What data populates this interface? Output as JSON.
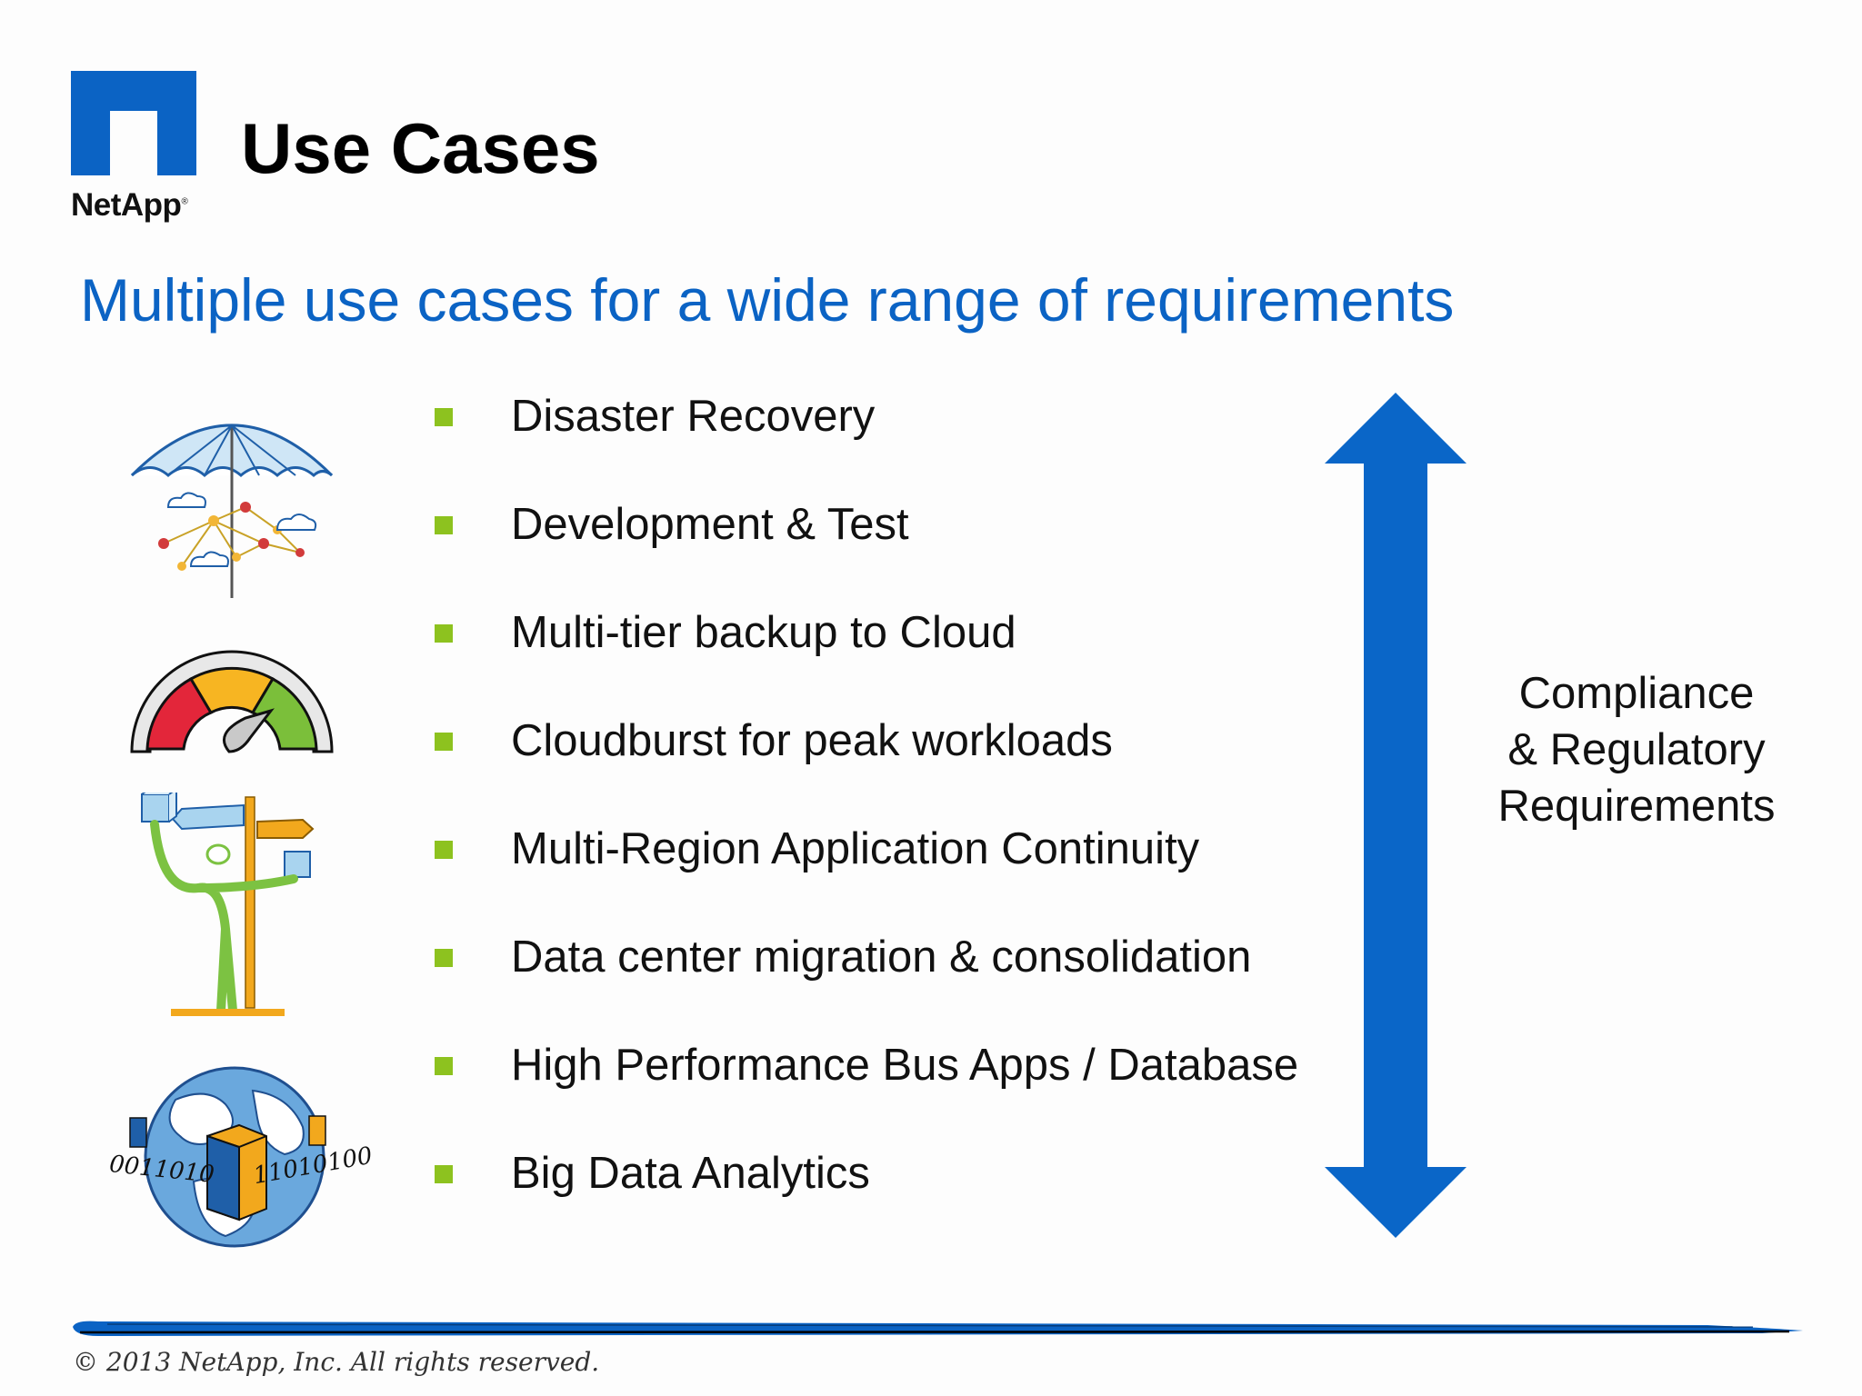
{
  "logo": {
    "wordmark": "NetApp",
    "trademark": "®",
    "brand_color": "#0b63c4"
  },
  "title": "Use Cases",
  "subtitle": "Multiple use cases for a wide range of requirements",
  "bullets": [
    "Disaster Recovery",
    "Development & Test",
    "Multi-tier backup to Cloud",
    "Cloudburst for peak workloads",
    "Multi-Region Application Continuity",
    "Data center migration & consolidation",
    "High Performance Bus Apps / Database",
    "Big Data Analytics"
  ],
  "compliance": {
    "lines": [
      "Compliance",
      "& Regulatory",
      "Requirements"
    ]
  },
  "illustrations": {
    "umbrella": "umbrella-icon",
    "gauge": "speedometer-icon",
    "signpost": "signpost-person-icon",
    "globe": "globe-data-icon",
    "globe_text_left": "0011010",
    "globe_text_right": "11010100"
  },
  "colors": {
    "accent_blue": "#0b63c4",
    "bullet_green": "#8dc21f",
    "arrow_blue": "#0a66c8"
  },
  "footer": {
    "copyright": "© 2013 NetApp, Inc. All rights reserved."
  }
}
